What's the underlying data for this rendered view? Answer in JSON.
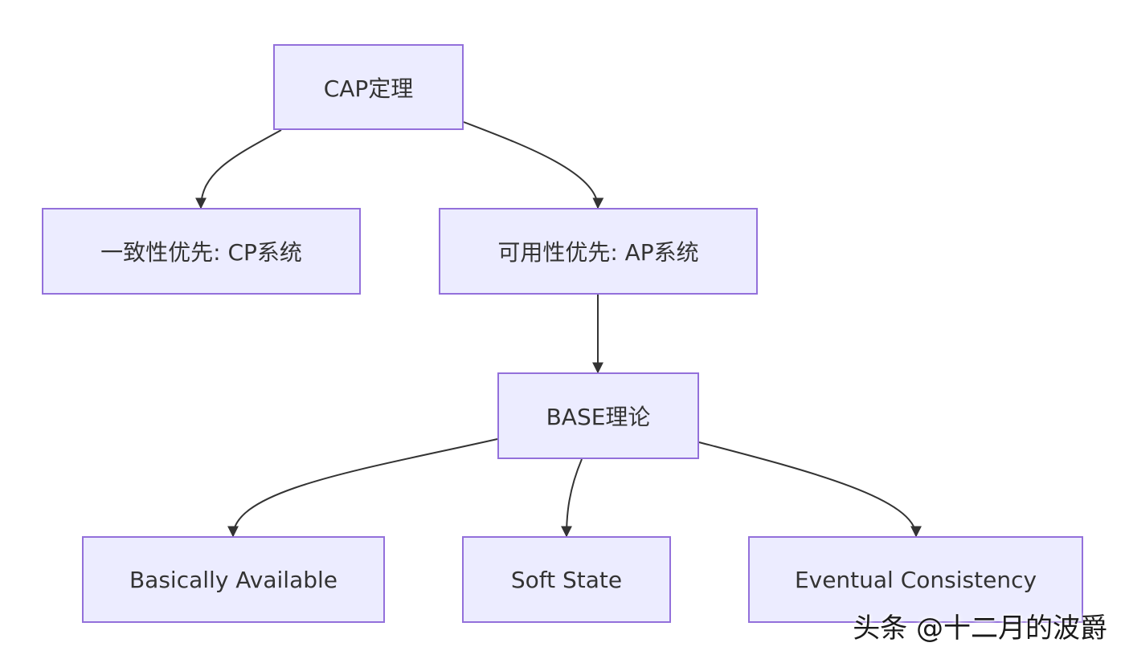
{
  "diagram": {
    "nodes": {
      "cap": "CAP定理",
      "cp": "一致性优先: CP系统",
      "ap": "可用性优先: AP系统",
      "base": "BASE理论",
      "ba": "Basically Available",
      "ss": "Soft State",
      "ec": "Eventual Consistency"
    },
    "edges": [
      {
        "from": "cap",
        "to": "cp"
      },
      {
        "from": "cap",
        "to": "ap"
      },
      {
        "from": "ap",
        "to": "base"
      },
      {
        "from": "base",
        "to": "ba"
      },
      {
        "from": "base",
        "to": "ss"
      },
      {
        "from": "base",
        "to": "ec"
      }
    ],
    "colors": {
      "node_fill": "#ececff",
      "node_border": "#9370db",
      "edge": "#333333",
      "text": "#333333"
    }
  },
  "watermark": "头条 @十二月的波爵"
}
